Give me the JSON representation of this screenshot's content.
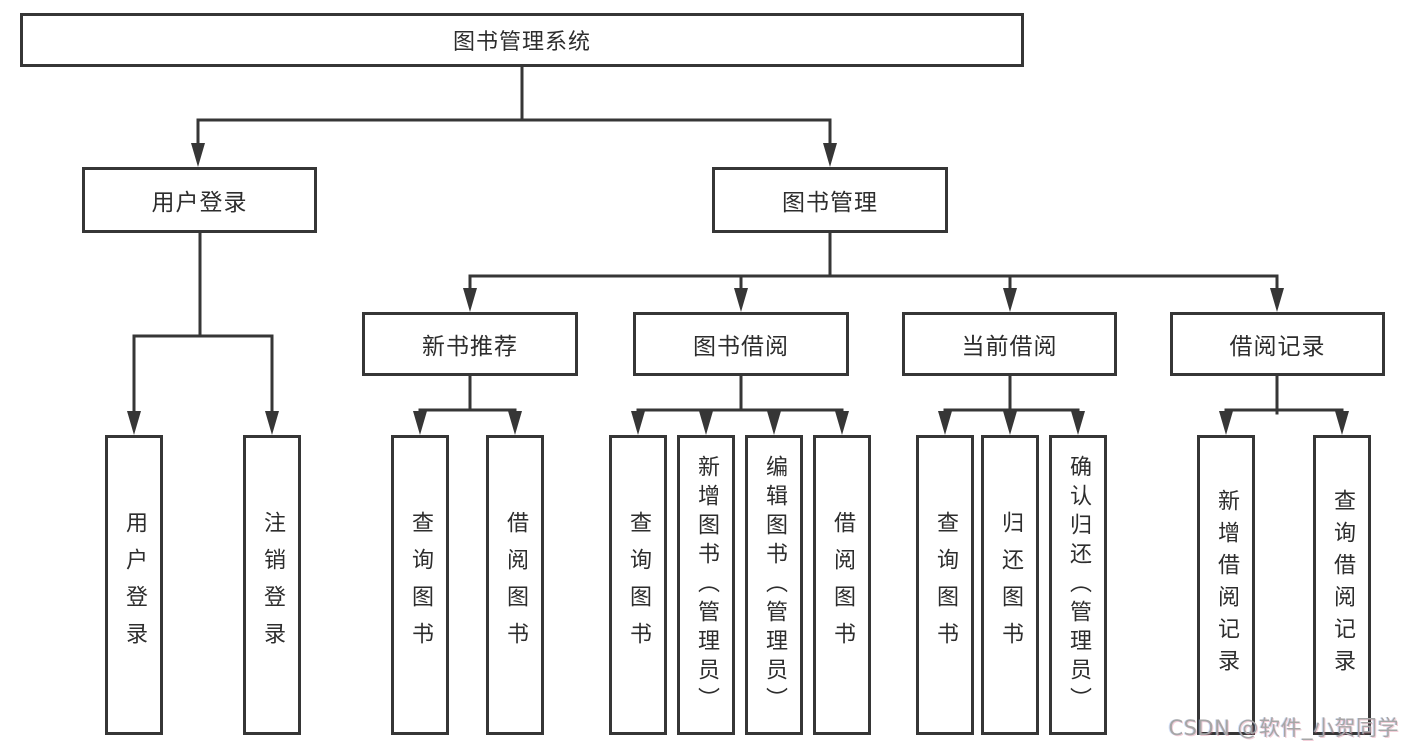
{
  "diagram_title": "图书管理系统",
  "tree": {
    "label": "图书管理系统",
    "children": [
      {
        "label": "用户登录",
        "children": [
          {
            "label": "用户登录"
          },
          {
            "label": "注销登录"
          }
        ]
      },
      {
        "label": "图书管理",
        "children": [
          {
            "label": "新书推荐",
            "children": [
              {
                "label": "查询图书"
              },
              {
                "label": "借阅图书"
              }
            ]
          },
          {
            "label": "图书借阅",
            "children": [
              {
                "label": "查询图书"
              },
              {
                "label": "新增图书（管理员）"
              },
              {
                "label": "编辑图书（管理员）"
              },
              {
                "label": "借阅图书"
              }
            ]
          },
          {
            "label": "当前借阅",
            "children": [
              {
                "label": "查询图书"
              },
              {
                "label": "归还图书"
              },
              {
                "label": "确认归还（管理员）"
              }
            ]
          },
          {
            "label": "借阅记录",
            "children": [
              {
                "label": "新增借阅记录"
              },
              {
                "label": "查询借阅记录"
              }
            ]
          }
        ]
      }
    ]
  },
  "watermark": {
    "text": "CSDN @软件_小贺同学"
  },
  "colors": {
    "line": "#363636",
    "box_border": "#363636",
    "text": "#2d2d2d",
    "watermark": "#a6a6a6",
    "background": "#ffffff"
  }
}
